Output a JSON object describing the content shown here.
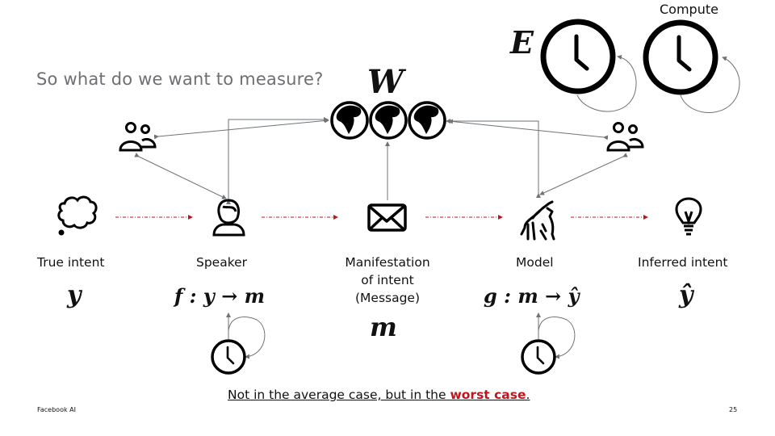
{
  "slide": {
    "title": "So what do we want to measure?",
    "compute_label": "Compute",
    "footer_left": "Facebook AI",
    "page_number": "25",
    "bottom_note": {
      "prefix": "Not in the average case, but in the ",
      "highlight": "worst case",
      "suffix": "."
    }
  },
  "symbols": {
    "world": "W",
    "environment": "E"
  },
  "nodes": [
    {
      "id": "true-intent",
      "label": "True intent",
      "math": "y",
      "icon": "thought-bubble-icon"
    },
    {
      "id": "speaker",
      "label": "Speaker",
      "math": "f : y → m",
      "icon": "person-icon"
    },
    {
      "id": "message",
      "label_lines": [
        "Manifestation",
        "of intent",
        "(Message)"
      ],
      "math": "m",
      "icon": "envelope-icon"
    },
    {
      "id": "model",
      "label": "Model",
      "math": "g : m → ŷ",
      "icon": "unicorn-icon"
    },
    {
      "id": "inferred-intent",
      "label": "Inferred intent",
      "math": "ŷ",
      "icon": "lightbulb-icon"
    }
  ],
  "colors": {
    "title": "#6d6f72",
    "flow_arrow": "#c0141c",
    "connector": "#6e7377",
    "highlight": "#c0141c"
  }
}
